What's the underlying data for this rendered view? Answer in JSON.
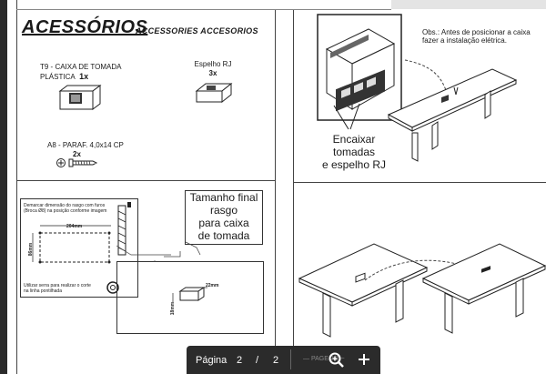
{
  "header": {
    "title": "ACESSÓRIOS",
    "subtitle": "ACCESSORIES ACCESORIOS"
  },
  "parts": {
    "t9_label_line1": "T9 - CAIXA DE TOMADA",
    "t9_label_line2": "PLÁSTICA",
    "t9_qty": "1x",
    "rj_label": "Espelho RJ",
    "rj_qty": "3x",
    "a8_label": "A8 - PARAF. 4,0x14 CP",
    "a8_qty": "2x"
  },
  "step1": {
    "note_line1": "Obs.: Antes de posicionar a caixa",
    "note_line2": "fazer a instalação elétrica.",
    "caption_line1": "Encaixar tomadas",
    "caption_line2": "e espelho RJ"
  },
  "step2": {
    "drill_note_line1": "Demarcar dimensão do rasgo com furos",
    "drill_note_line2": "(Broca Ø8) na posição conforme imagem",
    "dim_width": "204mm",
    "dim_height": "86mm",
    "cut_note_line1": "Utilizar serra para realizar o corte",
    "cut_note_line2": "na linha pontilhada",
    "callout_line1": "Tamanho final",
    "callout_line2": "rasgo",
    "callout_line3": "para caixa",
    "callout_line4": "de tomada",
    "dim_depth": "22mm",
    "dim_side": "18mm"
  },
  "viewer": {
    "page_label": "Página",
    "current_page": "2",
    "separator": "/",
    "total_pages": "2",
    "zoom_text": "— PAGE 2/2 ~",
    "zoom_icon": "magnifier-plus",
    "plus_icon": "plus"
  }
}
